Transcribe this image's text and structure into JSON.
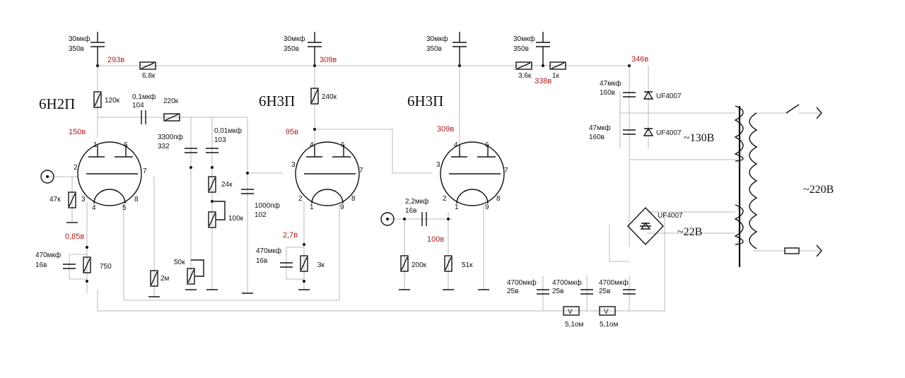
{
  "tubes": [
    {
      "name": "6Н2П",
      "pins": [
        "1",
        "6",
        "2",
        "7",
        "3",
        "4",
        "5",
        "8"
      ]
    },
    {
      "name": "6Н3П",
      "pins": [
        "4",
        "6",
        "3",
        "7",
        "2",
        "1",
        "9",
        "8"
      ]
    },
    {
      "name": "6Н3П",
      "pins": [
        "4",
        "6",
        "3",
        "7",
        "2",
        "1",
        "9",
        "8"
      ]
    }
  ],
  "filter_caps": [
    {
      "value": "30мкф",
      "voltage": "350в"
    },
    {
      "value": "30мкф",
      "voltage": "350в"
    },
    {
      "value": "30мкф",
      "voltage": "350в"
    },
    {
      "value": "30мкф",
      "voltage": "350в"
    }
  ],
  "voltages": {
    "v293": "293в",
    "v309a": "309в",
    "v338": "338в",
    "v346": "346в",
    "v150": "150в",
    "v95": "95в",
    "v309b": "309в",
    "v085": "0,85в",
    "v27": "2,7в",
    "v100": "100в"
  },
  "resistors": {
    "r68k": "6,8к",
    "r36k": "3,6к",
    "r1k": "1к",
    "r120k": "120к",
    "r240k": "240к",
    "r220k": "220к",
    "r47k": "47к",
    "r750": "750",
    "r2m": "2м",
    "r50k": "50к",
    "r24k": "24к",
    "r100k": "100к",
    "r3k": "3к",
    "r200k": "200к",
    "r51k": "51к",
    "r51a": "5,1ом",
    "r51b": "5,1ом"
  },
  "caps": {
    "c01_value": "0,1мкф",
    "c01_code": "104",
    "c3300_value": "3300пф",
    "c3300_code": "332",
    "c001_value": "0,01мкф",
    "c001_code": "103",
    "c1000_value": "1000пф",
    "c1000_code": "102",
    "c470a_value": "470мкф",
    "c470a_voltage": "16в",
    "c470b_value": "470мкф",
    "c470b_voltage": "16в",
    "c22_value": "2,2мкф",
    "c22_voltage": "16в",
    "c47a_value": "47мкф",
    "c47a_voltage": "160в",
    "c47b_value": "47мкф",
    "c47b_voltage": "160в",
    "c4700a_value": "4700мкф",
    "c4700a_voltage": "25в",
    "c4700b_value": "4700мкф",
    "c4700b_voltage": "25в",
    "c4700c_value": "4700мкф",
    "c4700c_voltage": "25в"
  },
  "diodes": {
    "d1": "UF4007",
    "d2": "UF4007",
    "bridge": "UF4007"
  },
  "transformer": {
    "ac130": "~130В",
    "ac22": "~22В",
    "ac220": "~220В"
  },
  "regulator_mark": "V"
}
